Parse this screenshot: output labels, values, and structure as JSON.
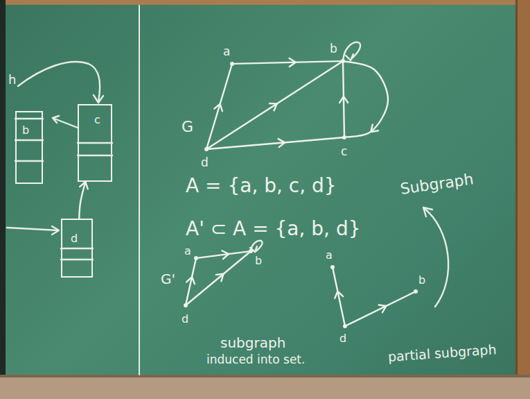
{
  "diagram": {
    "nodes": [
      {
        "text": [
          "b"
        ]
      },
      {
        "text": [
          "c"
        ]
      },
      {
        "text": [
          "d"
        ]
      },
      {
        "text": [
          "a"
        ]
      },
      {
        "text": [
          "b"
        ]
      },
      {
        "text": [
          "d"
        ]
      },
      {
        "text": [
          "c"
        ]
      },
      {
        "text": [
          "a"
        ]
      },
      {
        "text": [
          "b"
        ]
      },
      {
        "text": [
          "d"
        ]
      },
      {
        "text": [
          "a"
        ]
      },
      {
        "text": [
          "b"
        ]
      },
      {
        "text": [
          "d"
        ]
      }
    ],
    "edges": [
      {
        "from": 2,
        "to": 1,
        "arrow": "to"
      },
      {
        "from": 3,
        "to": 4,
        "arrow": "to"
      },
      {
        "from": 5,
        "to": 3,
        "arrow": "to"
      },
      {
        "from": 5,
        "to": 4,
        "arrow": "to"
      },
      {
        "from": 5,
        "to": 6,
        "arrow": "to"
      },
      {
        "from": 6,
        "to": 4,
        "arrow": "to"
      },
      {
        "from": 4,
        "to": 6,
        "arrow": "to"
      },
      {
        "from": 9,
        "to": 7,
        "arrow": "to"
      },
      {
        "from": 7,
        "to": 8,
        "arrow": "to"
      },
      {
        "from": 9,
        "to": 8,
        "arrow": "to"
      },
      {
        "from": 12,
        "to": 10,
        "arrow": "to"
      },
      {
        "from": 12,
        "to": 11,
        "arrow": "to"
      }
    ],
    "labels": [
      "h",
      "G",
      "A = {a, b, c, d}",
      "A' ⊂ A = {a, b, d}",
      "Subgraph",
      "G'",
      "subgraph",
      "induced into set.",
      "partial subgraph"
    ]
  }
}
